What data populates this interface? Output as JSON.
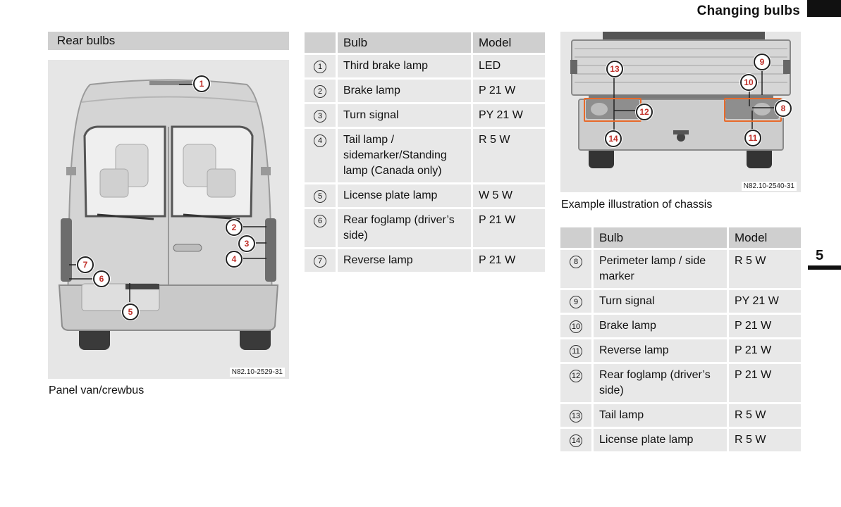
{
  "header": {
    "title": "Changing bulbs"
  },
  "chapter": {
    "number": "5"
  },
  "section": {
    "title": "Rear bulbs"
  },
  "van_figure": {
    "code": "N82.10-2529-31",
    "caption": "Panel van/crewbus",
    "callouts": [
      "1",
      "2",
      "3",
      "4",
      "5",
      "6",
      "7"
    ]
  },
  "chassis_figure": {
    "code": "N82.10-2540-31",
    "caption": "Example illustration of chassis",
    "callouts": [
      "13",
      "12",
      "14",
      "9",
      "10",
      "8",
      "11"
    ]
  },
  "table_van": {
    "headers": [
      "Bulb",
      "Model"
    ],
    "rows": [
      {
        "num": "1",
        "bulb": "Third brake lamp",
        "model": "LED"
      },
      {
        "num": "2",
        "bulb": "Brake lamp",
        "model": "P 21 W"
      },
      {
        "num": "3",
        "bulb": "Turn signal",
        "model": "PY 21 W"
      },
      {
        "num": "4",
        "bulb": "Tail lamp / sidemarker/Standing lamp (Canada only)",
        "model": "R 5 W"
      },
      {
        "num": "5",
        "bulb": "License plate lamp",
        "model": "W 5 W"
      },
      {
        "num": "6",
        "bulb": "Rear foglamp (driver’s side)",
        "model": "P 21 W"
      },
      {
        "num": "7",
        "bulb": "Reverse lamp",
        "model": "P 21 W"
      }
    ]
  },
  "table_chassis": {
    "headers": [
      "Bulb",
      "Model"
    ],
    "rows": [
      {
        "num": "8",
        "bulb": "Perimeter lamp / side marker",
        "model": "R 5 W"
      },
      {
        "num": "9",
        "bulb": "Turn signal",
        "model": "PY 21 W"
      },
      {
        "num": "10",
        "bulb": "Brake lamp",
        "model": "P 21 W"
      },
      {
        "num": "11",
        "bulb": "Reverse lamp",
        "model": "P 21 W"
      },
      {
        "num": "12",
        "bulb": "Rear foglamp (driver’s side)",
        "model": "P 21 W"
      },
      {
        "num": "13",
        "bulb": "Tail lamp",
        "model": "R 5 W"
      },
      {
        "num": "14",
        "bulb": "License plate lamp",
        "model": "R 5 W"
      }
    ]
  }
}
